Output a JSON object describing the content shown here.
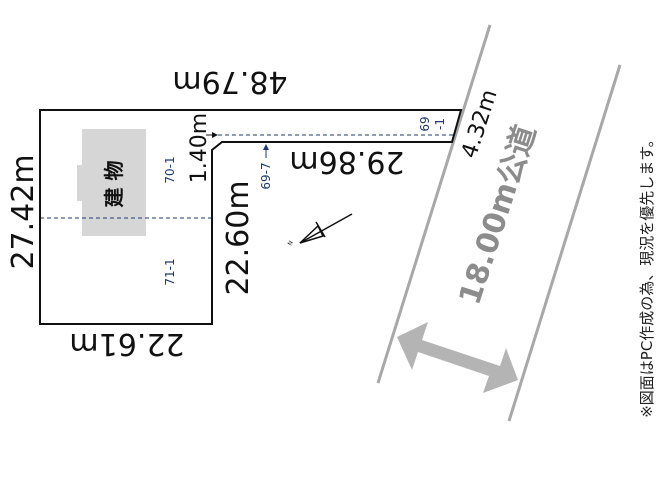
{
  "dimensions": {
    "top": "48.79m",
    "left": "27.42m",
    "bottom": "22.61m",
    "inner_vertical": "22.60m",
    "setback": "1.40m",
    "inner_top": "29.86m",
    "right_edge": "4.32m"
  },
  "lots": {
    "lot_70_1": "70-1",
    "lot_71_1": "71-1",
    "lot_69_7": "69-7",
    "lot_69_1_a": "69",
    "lot_69_1_b": "-1"
  },
  "building_label": "建 物",
  "road_label": "18.00m公道",
  "north_label": "N",
  "note": "※図面はPC作成の為、現況を優先します。",
  "colors": {
    "road": "#b4b4b4",
    "building": "#d6d6d6",
    "lot_text": "#1f3a6e"
  }
}
